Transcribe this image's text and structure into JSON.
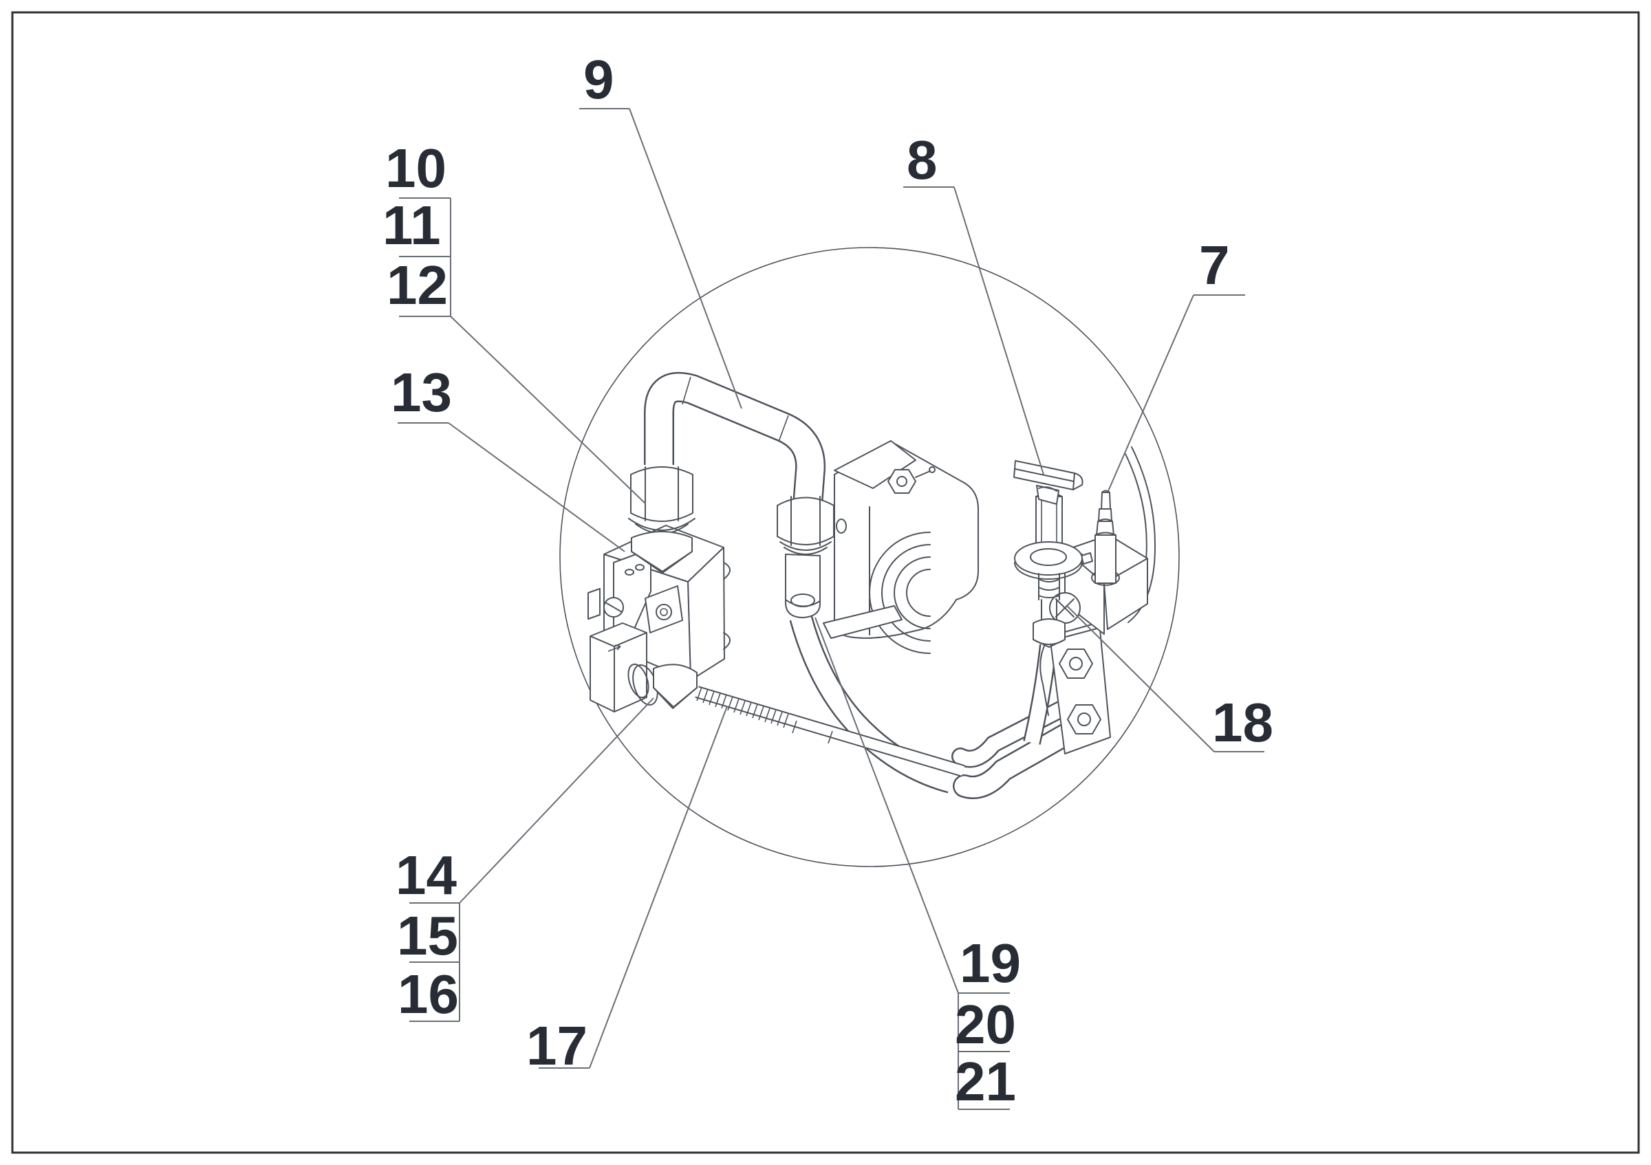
{
  "figure": {
    "kind": "patent-style isometric line drawing",
    "subject": "pilot burner, igniter and gas valve assembly shown inside a detail circle",
    "background": "#ffffff",
    "line_color": "#4e535b",
    "leader_color": "#6a6e75",
    "callout_color": "#272c35",
    "border_color": "#2e3237"
  },
  "callouts": {
    "n7": "7",
    "n8": "8",
    "n9": "9",
    "n10": "10",
    "n11": "11",
    "n12": "12",
    "n13": "13",
    "n14": "14",
    "n15": "15",
    "n16": "16",
    "n17": "17",
    "n18": "18",
    "n19": "19",
    "n20": "20",
    "n21": "21"
  }
}
